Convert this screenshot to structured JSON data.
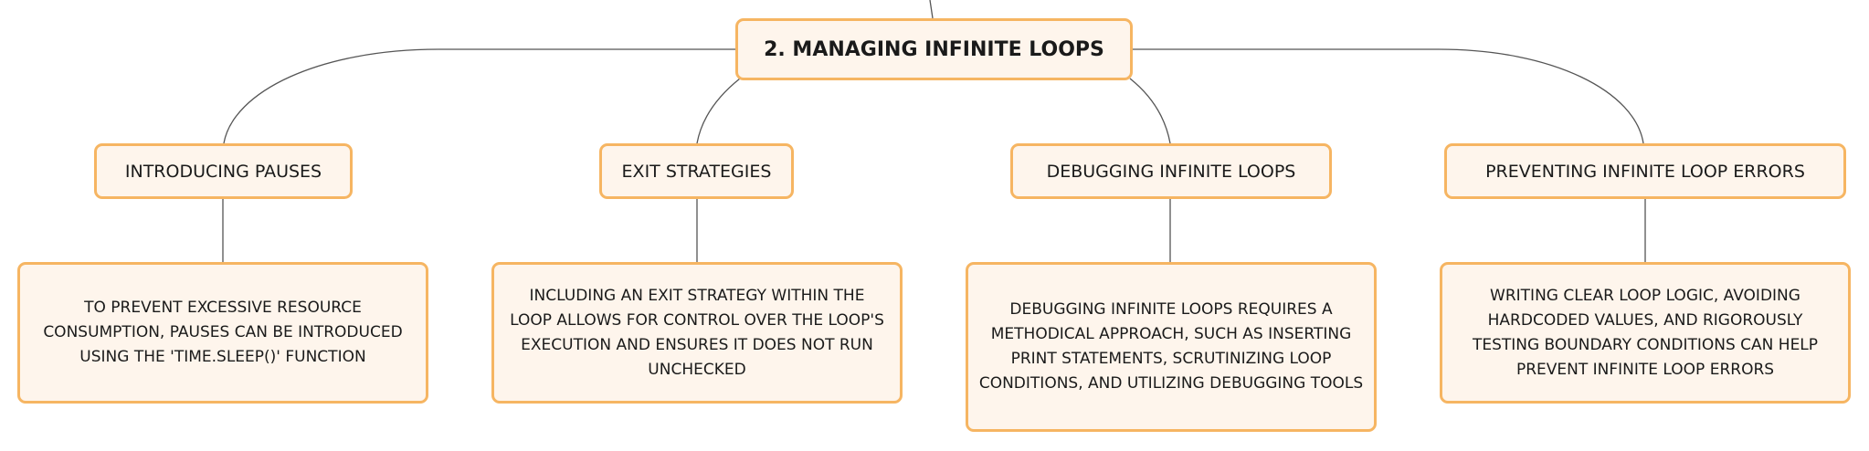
{
  "root": {
    "label": "2. MANAGING INFINITE LOOPS"
  },
  "branches": [
    {
      "label": "INTRODUCING PAUSES",
      "detail": "TO PREVENT EXCESSIVE RESOURCE CONSUMPTION, PAUSES CAN BE INTRODUCED USING THE 'TIME.SLEEP()' FUNCTION"
    },
    {
      "label": "EXIT STRATEGIES",
      "detail": "INCLUDING AN EXIT STRATEGY WITHIN THE LOOP ALLOWS FOR CONTROL OVER THE LOOP'S EXECUTION AND ENSURES IT DOES NOT RUN UNCHECKED"
    },
    {
      "label": "DEBUGGING INFINITE LOOPS",
      "detail": "DEBUGGING INFINITE LOOPS REQUIRES A METHODICAL APPROACH, SUCH AS INSERTING PRINT STATEMENTS, SCRUTINIZING LOOP CONDITIONS, AND UTILIZING DEBUGGING TOOLS"
    },
    {
      "label": "PREVENTING INFINITE LOOP ERRORS",
      "detail": "WRITING CLEAR LOOP LOGIC, AVOIDING HARDCODED VALUES, AND RIGOROUSLY TESTING BOUNDARY CONDITIONS CAN HELP PREVENT INFINITE LOOP ERRORS"
    }
  ],
  "colors": {
    "node_fill": "#fef5ec",
    "node_border": "#f6b562",
    "connector": "#555555",
    "text": "#1a1a1a"
  }
}
